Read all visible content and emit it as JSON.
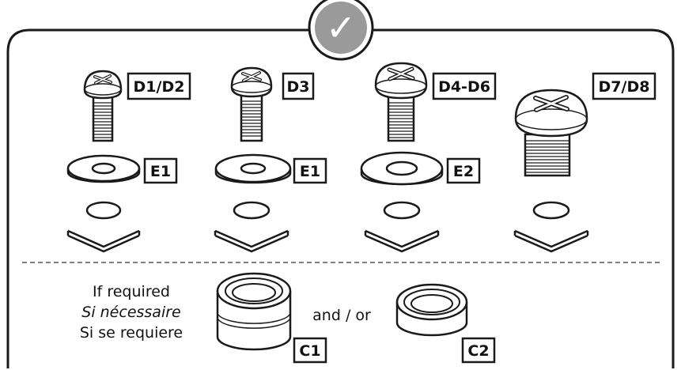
{
  "badge": {
    "icon": "checkmark-icon",
    "glyph": "✓"
  },
  "screws": [
    {
      "label": "D1/D2",
      "washer": "E1"
    },
    {
      "label": "D3",
      "washer": "E1"
    },
    {
      "label": "D4-D6",
      "washer": "E2"
    },
    {
      "label": "D7/D8",
      "washer": ""
    }
  ],
  "spacers": {
    "caption_lines": [
      "If required",
      "Si nécessaire",
      "Si se requiere"
    ],
    "connector": "and / or",
    "labels": [
      "C1",
      "C2"
    ]
  },
  "colors": {
    "outline": "#1a1a1a",
    "badge_fill": "#9a9a9a",
    "dash": "#555555"
  }
}
